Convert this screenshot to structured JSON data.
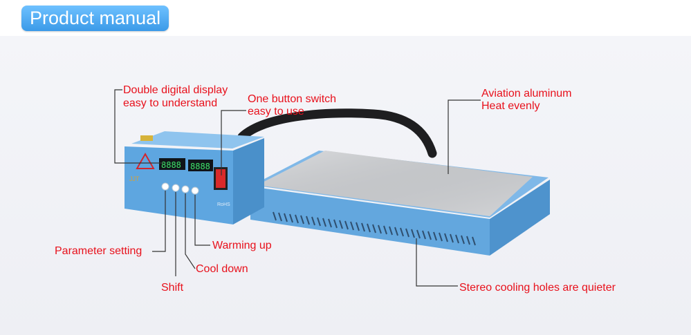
{
  "header": {
    "title": "Product manual"
  },
  "callouts": {
    "display_line1": "Double digital display",
    "display_line2": "easy to understand",
    "switch_line1": "One button switch",
    "switch_line2": "easy to use",
    "plate_line1": "Aviation aluminum",
    "plate_line2": "Heat evenly",
    "parameter": "Parameter setting",
    "warming": "Warming up",
    "cool": "Cool down",
    "shift": "Shift",
    "vents": "Stereo cooling holes are quieter"
  },
  "device": {
    "brand": "JJT",
    "left_display": "8888",
    "right_display": "8888",
    "certification": "RoHS"
  },
  "colors": {
    "accent_text": "#e8101b",
    "body_blue": "#6aaee0",
    "title_badge": "#4aa9f2"
  }
}
